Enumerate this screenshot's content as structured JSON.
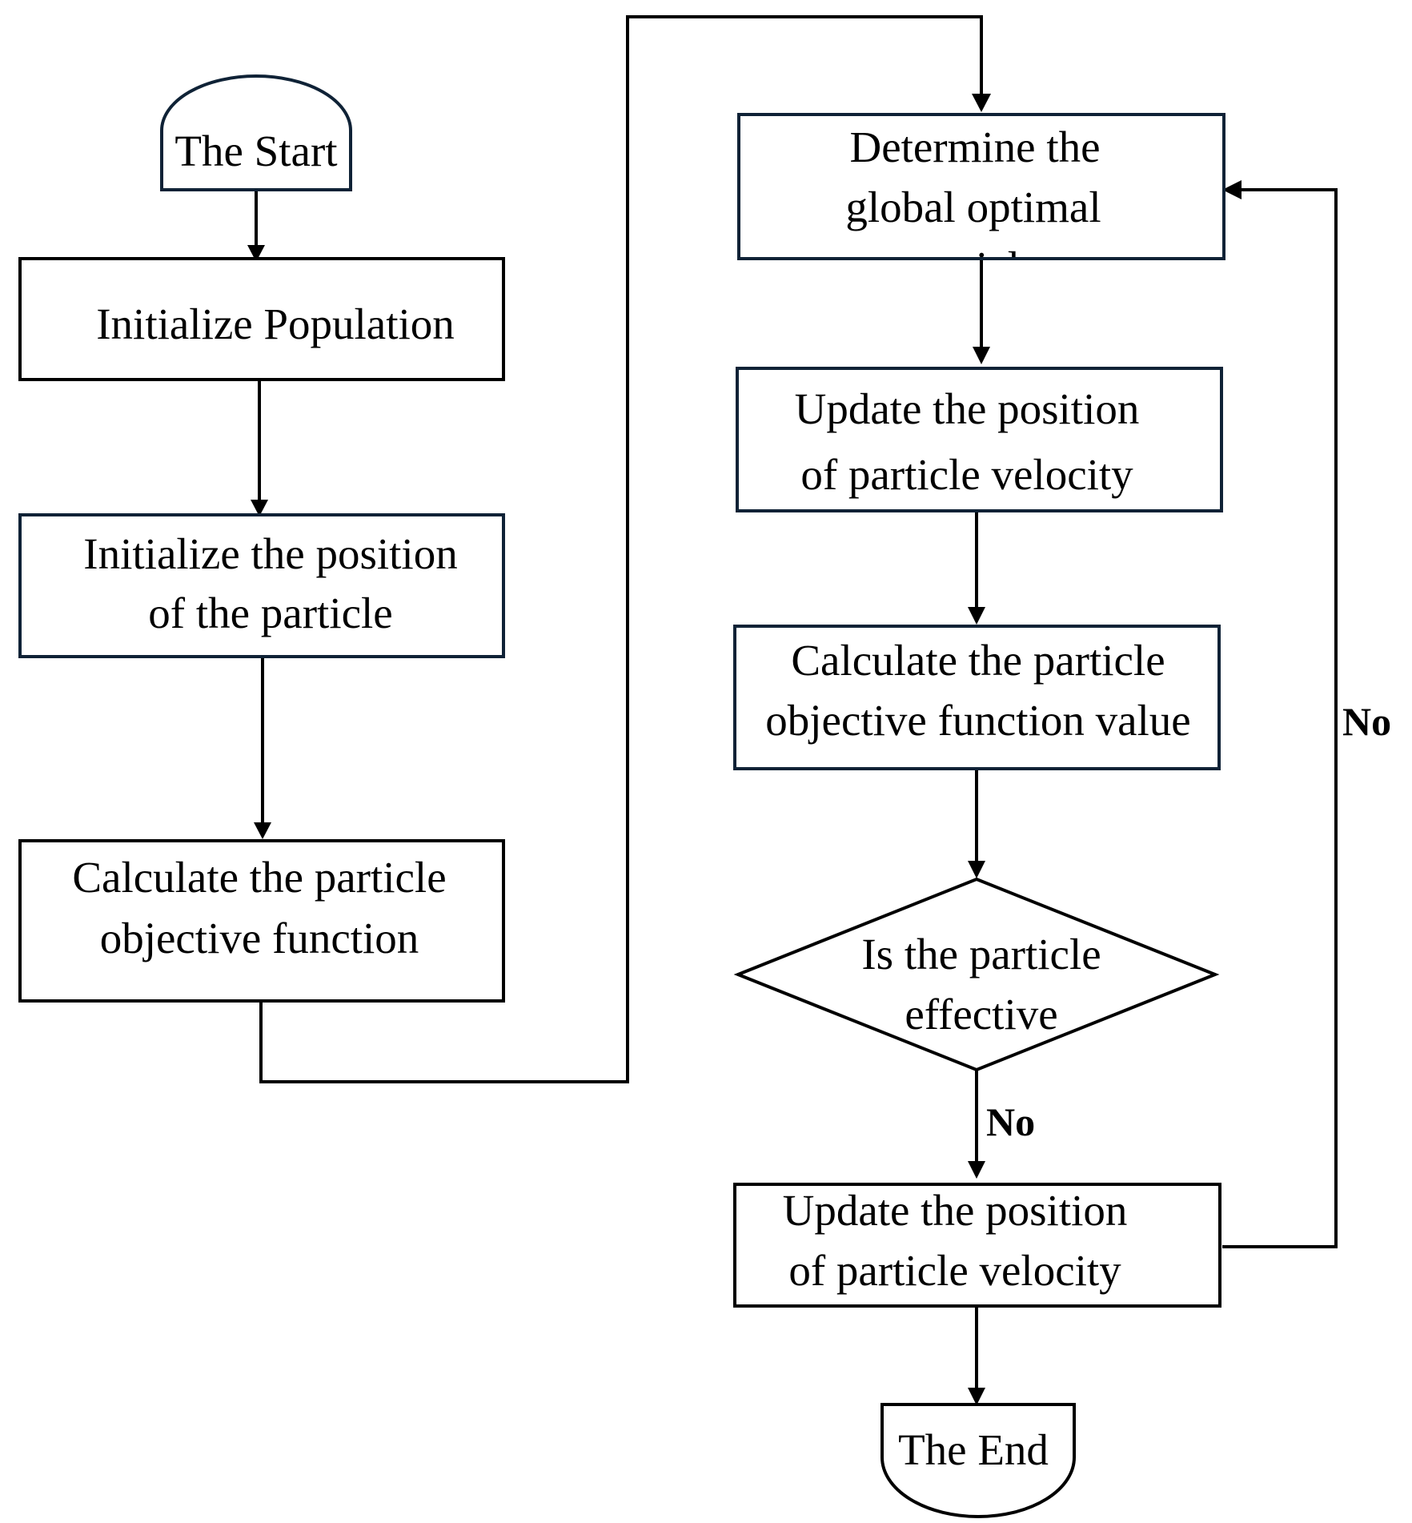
{
  "flowchart": {
    "start": {
      "label": "The Start"
    },
    "init_population": {
      "label": "Initialize Population"
    },
    "init_position": {
      "line1": "Initialize the position",
      "line2": "of the particle"
    },
    "calc_objective": {
      "line1": "Calculate the particle",
      "line2": "objective function"
    },
    "global_optimal": {
      "line1": "Determine the",
      "line2": "global optimal",
      "line3": "particle"
    },
    "update_velocity_1": {
      "line1": "Update the position",
      "line2": "of particle velocity"
    },
    "calc_objective_value": {
      "line1": "Calculate the particle",
      "line2": "objective function value"
    },
    "decision": {
      "line1": "Is the particle",
      "line2": "effective"
    },
    "decision_edge_label": "No",
    "update_velocity_2": {
      "line1": "Update the position",
      "line2": "of particle velocity"
    },
    "loop_edge_label": "No",
    "end": {
      "label": "The End"
    }
  },
  "colors": {
    "box_border": "#0f2236",
    "line": "#000000",
    "background": "#ffffff"
  }
}
